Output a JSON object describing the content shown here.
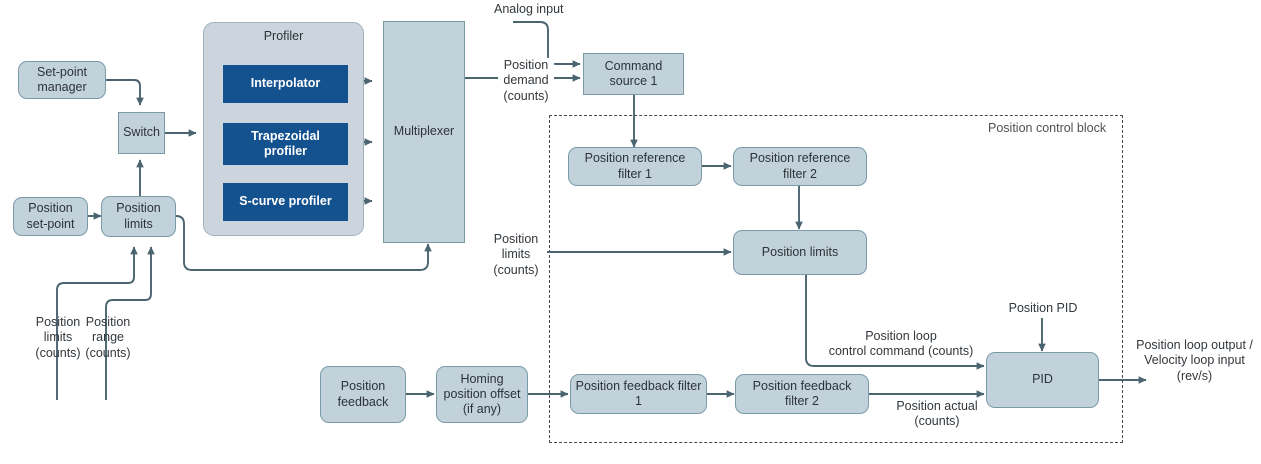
{
  "diagram": {
    "title": "Position control loop block diagram",
    "colors": {
      "node_fill": "#c2d2da",
      "node_stroke": "#7b9aa8",
      "container_fill": "#ccd5dd",
      "accent_blue": "#14528f",
      "wire": "#4a6470",
      "text": "#2c3338"
    }
  },
  "nodes": {
    "set_point_manager": "Set-point\nmanager",
    "switch": "Switch",
    "position_set_point": "Position\nset-point",
    "position_limits_left": "Position\nlimits",
    "profiler_title": "Profiler",
    "interpolator": "Interpolator",
    "trapezoidal_profiler": "Trapezoidal\nprofiler",
    "s_curve_profiler": "S-curve profiler",
    "multiplexer": "Multiplexer",
    "command_source_1": "Command\nsource 1",
    "position_reference_filter_1": "Position\nreference filter 1",
    "position_reference_filter_2": "Position\nreference filter 2",
    "position_limits_main": "Position limits",
    "position_feedback": "Position\nfeedback",
    "homing_position_offset": "Homing\nposition offset\n(if any)",
    "position_feedback_filter_1": "Position\nfeedback filter 1",
    "position_feedback_filter_2": "Position\nfeedback filter 2",
    "pid": "PID"
  },
  "labels": {
    "analog_input": "Analog input",
    "position_demand": "Position\ndemand\n(counts)",
    "position_limits_counts_left": "Position\nlimits\n(counts)",
    "position_range_counts": "Position\nrange\n(counts)",
    "position_limits_counts_main": "Position\nlimits\n(counts)",
    "position_control_block": "Position control block",
    "position_loop_control_command": "Position loop\ncontrol command (counts)",
    "position_actual": "Position actual\n(counts)",
    "position_pid": "Position PID",
    "position_loop_output": "Position loop output /\nVelocity loop input\n(rev/s)"
  }
}
